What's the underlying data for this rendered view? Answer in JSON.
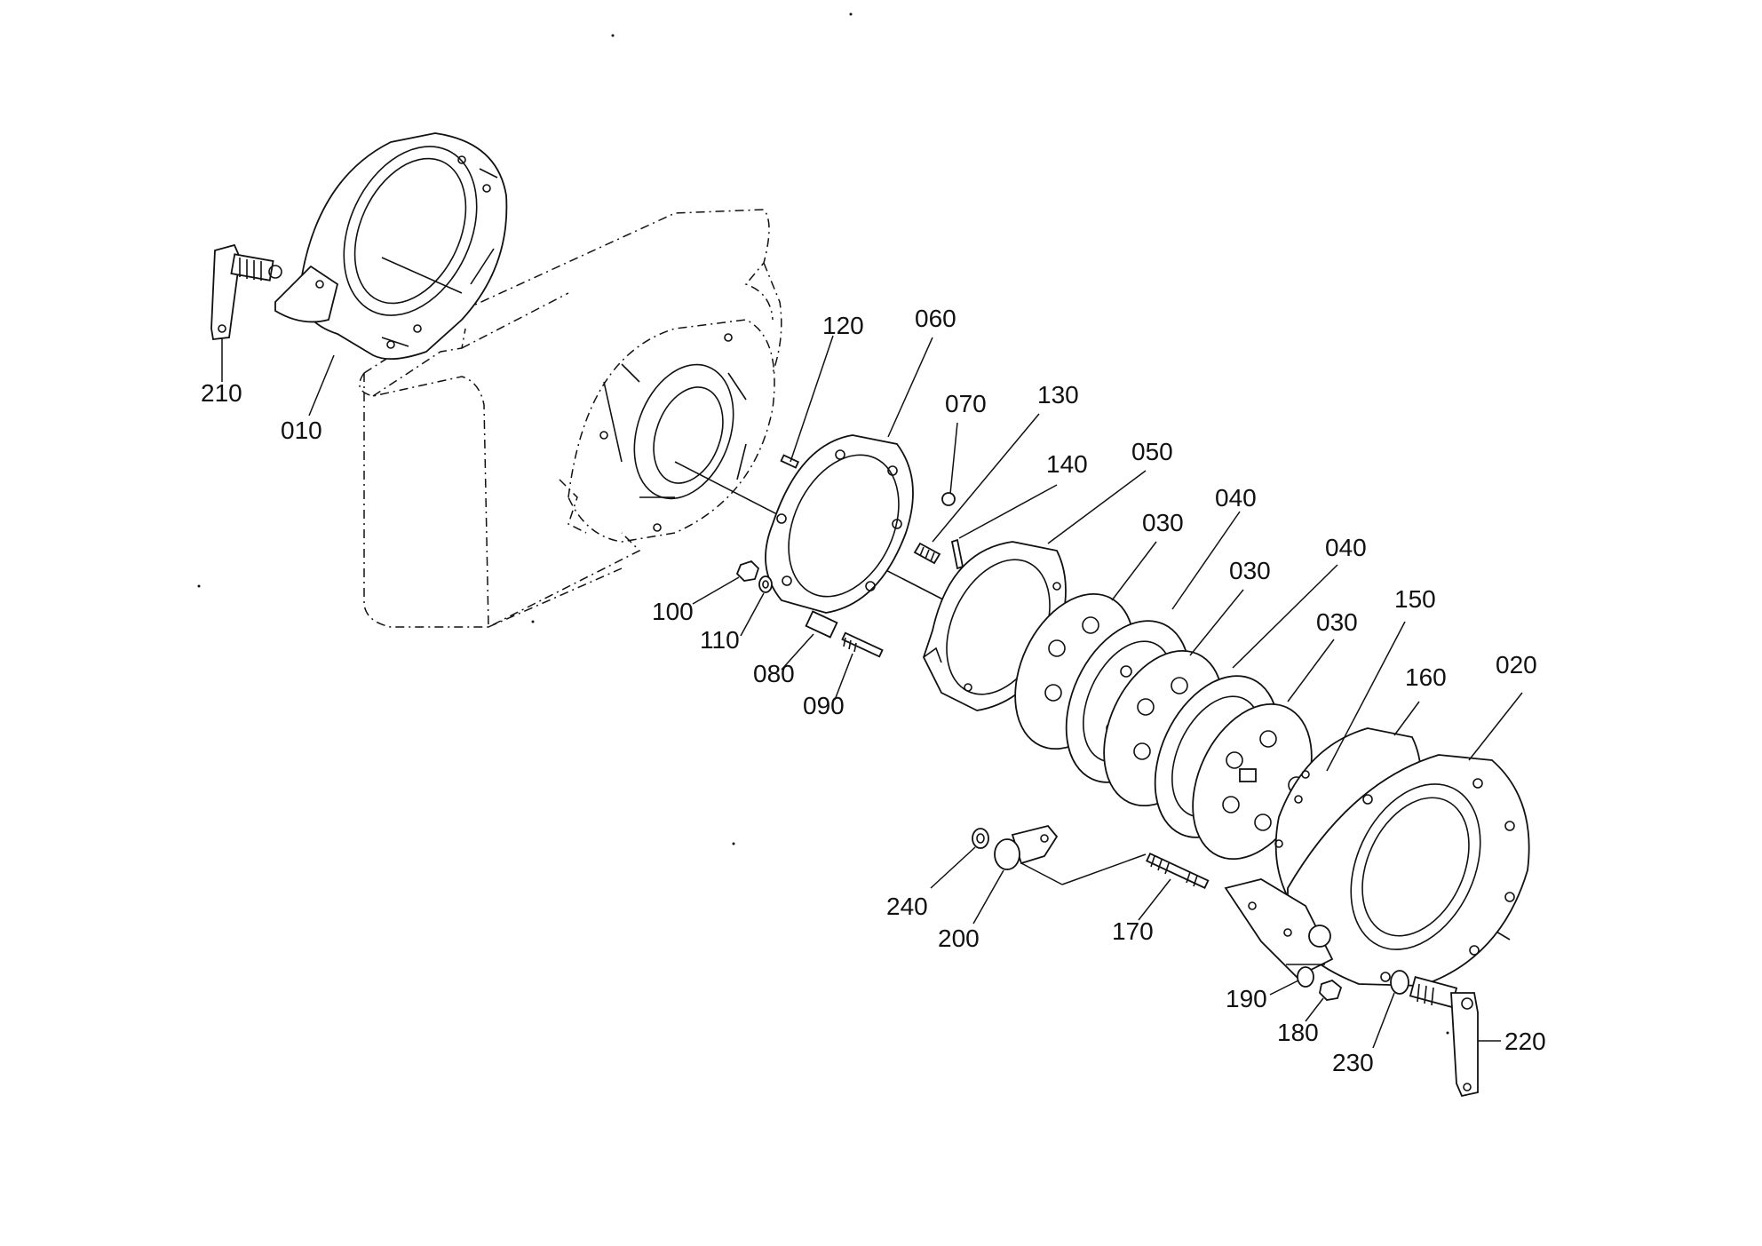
{
  "diagram": {
    "type": "exploded-parts-diagram",
    "labels": [
      {
        "id": "p210",
        "text": "210"
      },
      {
        "id": "p010",
        "text": "010"
      },
      {
        "id": "p120",
        "text": "120"
      },
      {
        "id": "p060",
        "text": "060"
      },
      {
        "id": "p070",
        "text": "070"
      },
      {
        "id": "p130",
        "text": "130"
      },
      {
        "id": "p140",
        "text": "140"
      },
      {
        "id": "p050",
        "text": "050"
      },
      {
        "id": "p030a",
        "text": "030"
      },
      {
        "id": "p040a",
        "text": "040"
      },
      {
        "id": "p030b",
        "text": "030"
      },
      {
        "id": "p040b",
        "text": "040"
      },
      {
        "id": "p030c",
        "text": "030"
      },
      {
        "id": "p150",
        "text": "150"
      },
      {
        "id": "p160",
        "text": "160"
      },
      {
        "id": "p020",
        "text": "020"
      },
      {
        "id": "p100",
        "text": "100"
      },
      {
        "id": "p110",
        "text": "110"
      },
      {
        "id": "p080",
        "text": "080"
      },
      {
        "id": "p090",
        "text": "090"
      },
      {
        "id": "p240",
        "text": "240"
      },
      {
        "id": "p200",
        "text": "200"
      },
      {
        "id": "p170",
        "text": "170"
      },
      {
        "id": "p190",
        "text": "190"
      },
      {
        "id": "p180",
        "text": "180"
      },
      {
        "id": "p230",
        "text": "230"
      },
      {
        "id": "p220",
        "text": "220"
      }
    ]
  }
}
